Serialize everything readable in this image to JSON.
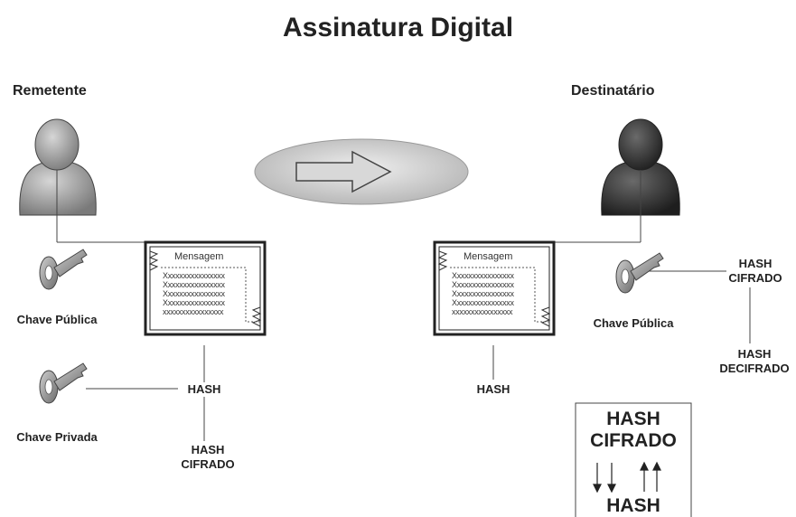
{
  "title": "Assinatura Digital",
  "sender": {
    "label": "Remetente",
    "public_key_label": "Chave Pública",
    "private_key_label": "Chave Privada",
    "hash_label": "HASH",
    "hash_encrypted_label": [
      "HASH",
      "CIFRADO"
    ]
  },
  "receiver": {
    "label": "Destinatário",
    "public_key_label": "Chave Pública",
    "hash_label": "HASH",
    "hash_encrypted_label": [
      "HASH",
      "CIFRADO"
    ],
    "hash_decrypted_label": [
      "HASH",
      "DECIFRADO"
    ]
  },
  "message": {
    "title": "Mensagem",
    "lines": [
      "Xxxxxxxxxxxxxxxx",
      "Xxxxxxxxxxxxxxxx",
      "Xxxxxxxxxxxxxxxx",
      "Xxxxxxxxxxxxxxxx",
      "xxxxxxxxxxxxxxxx"
    ]
  },
  "comparison_box": {
    "top": [
      "HASH",
      "CIFRADO"
    ],
    "bottom": "HASH"
  },
  "colors": {
    "sender_person": "#8a8a8a",
    "receiver_person": "#2e2e2e",
    "key": "#9a9a9a",
    "ellipse": "#c8c8c8"
  }
}
